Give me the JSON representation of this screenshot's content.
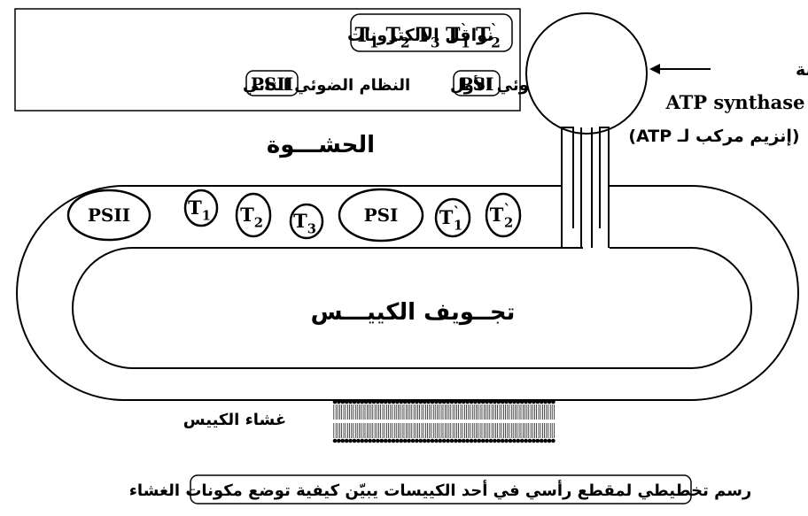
{
  "legend": {
    "carriers_label": "نواقل الالكترونات",
    "carriers": [
      {
        "base": "T",
        "sub": "1",
        "prime": false
      },
      {
        "base": "T",
        "sub": "2",
        "prime": false
      },
      {
        "base": "T",
        "sub": "3",
        "prime": false
      },
      {
        "base": "T",
        "sub": "1",
        "prime": true
      },
      {
        "base": "T",
        "sub": "2",
        "prime": true
      }
    ],
    "psi_abbr": "PSI",
    "psi_label": "النظام الضوئي الأول",
    "psii_abbr": "PSII",
    "psii_label": "النظام الضوئي الثاني"
  },
  "stroma_label": "الحشـــوة",
  "lumen_label": "تجــويف الكييـــس",
  "membrane_label": "غشاء الكييس",
  "atp": {
    "head_label": "الكرية المذنبة",
    "name": "ATP synthase",
    "description": "(إنزيم مركب لـ ATP)"
  },
  "membrane_components": [
    {
      "text": "PSII",
      "sub": "",
      "prime": false
    },
    {
      "text": "T",
      "sub": "1",
      "prime": false
    },
    {
      "text": "T",
      "sub": "2",
      "prime": false
    },
    {
      "text": "T",
      "sub": "3",
      "prime": false
    },
    {
      "text": "PSI",
      "sub": "",
      "prime": false
    },
    {
      "text": "T",
      "sub": "1",
      "prime": true
    },
    {
      "text": "T",
      "sub": "2",
      "prime": true
    }
  ],
  "caption": "رسم تخطيطي لمقطع رأسي في أحد الكييسات يبيّن كيفية توضع مكونات الغشاء",
  "colors": {
    "stroke": "#000000",
    "fill": "#ffffff"
  }
}
